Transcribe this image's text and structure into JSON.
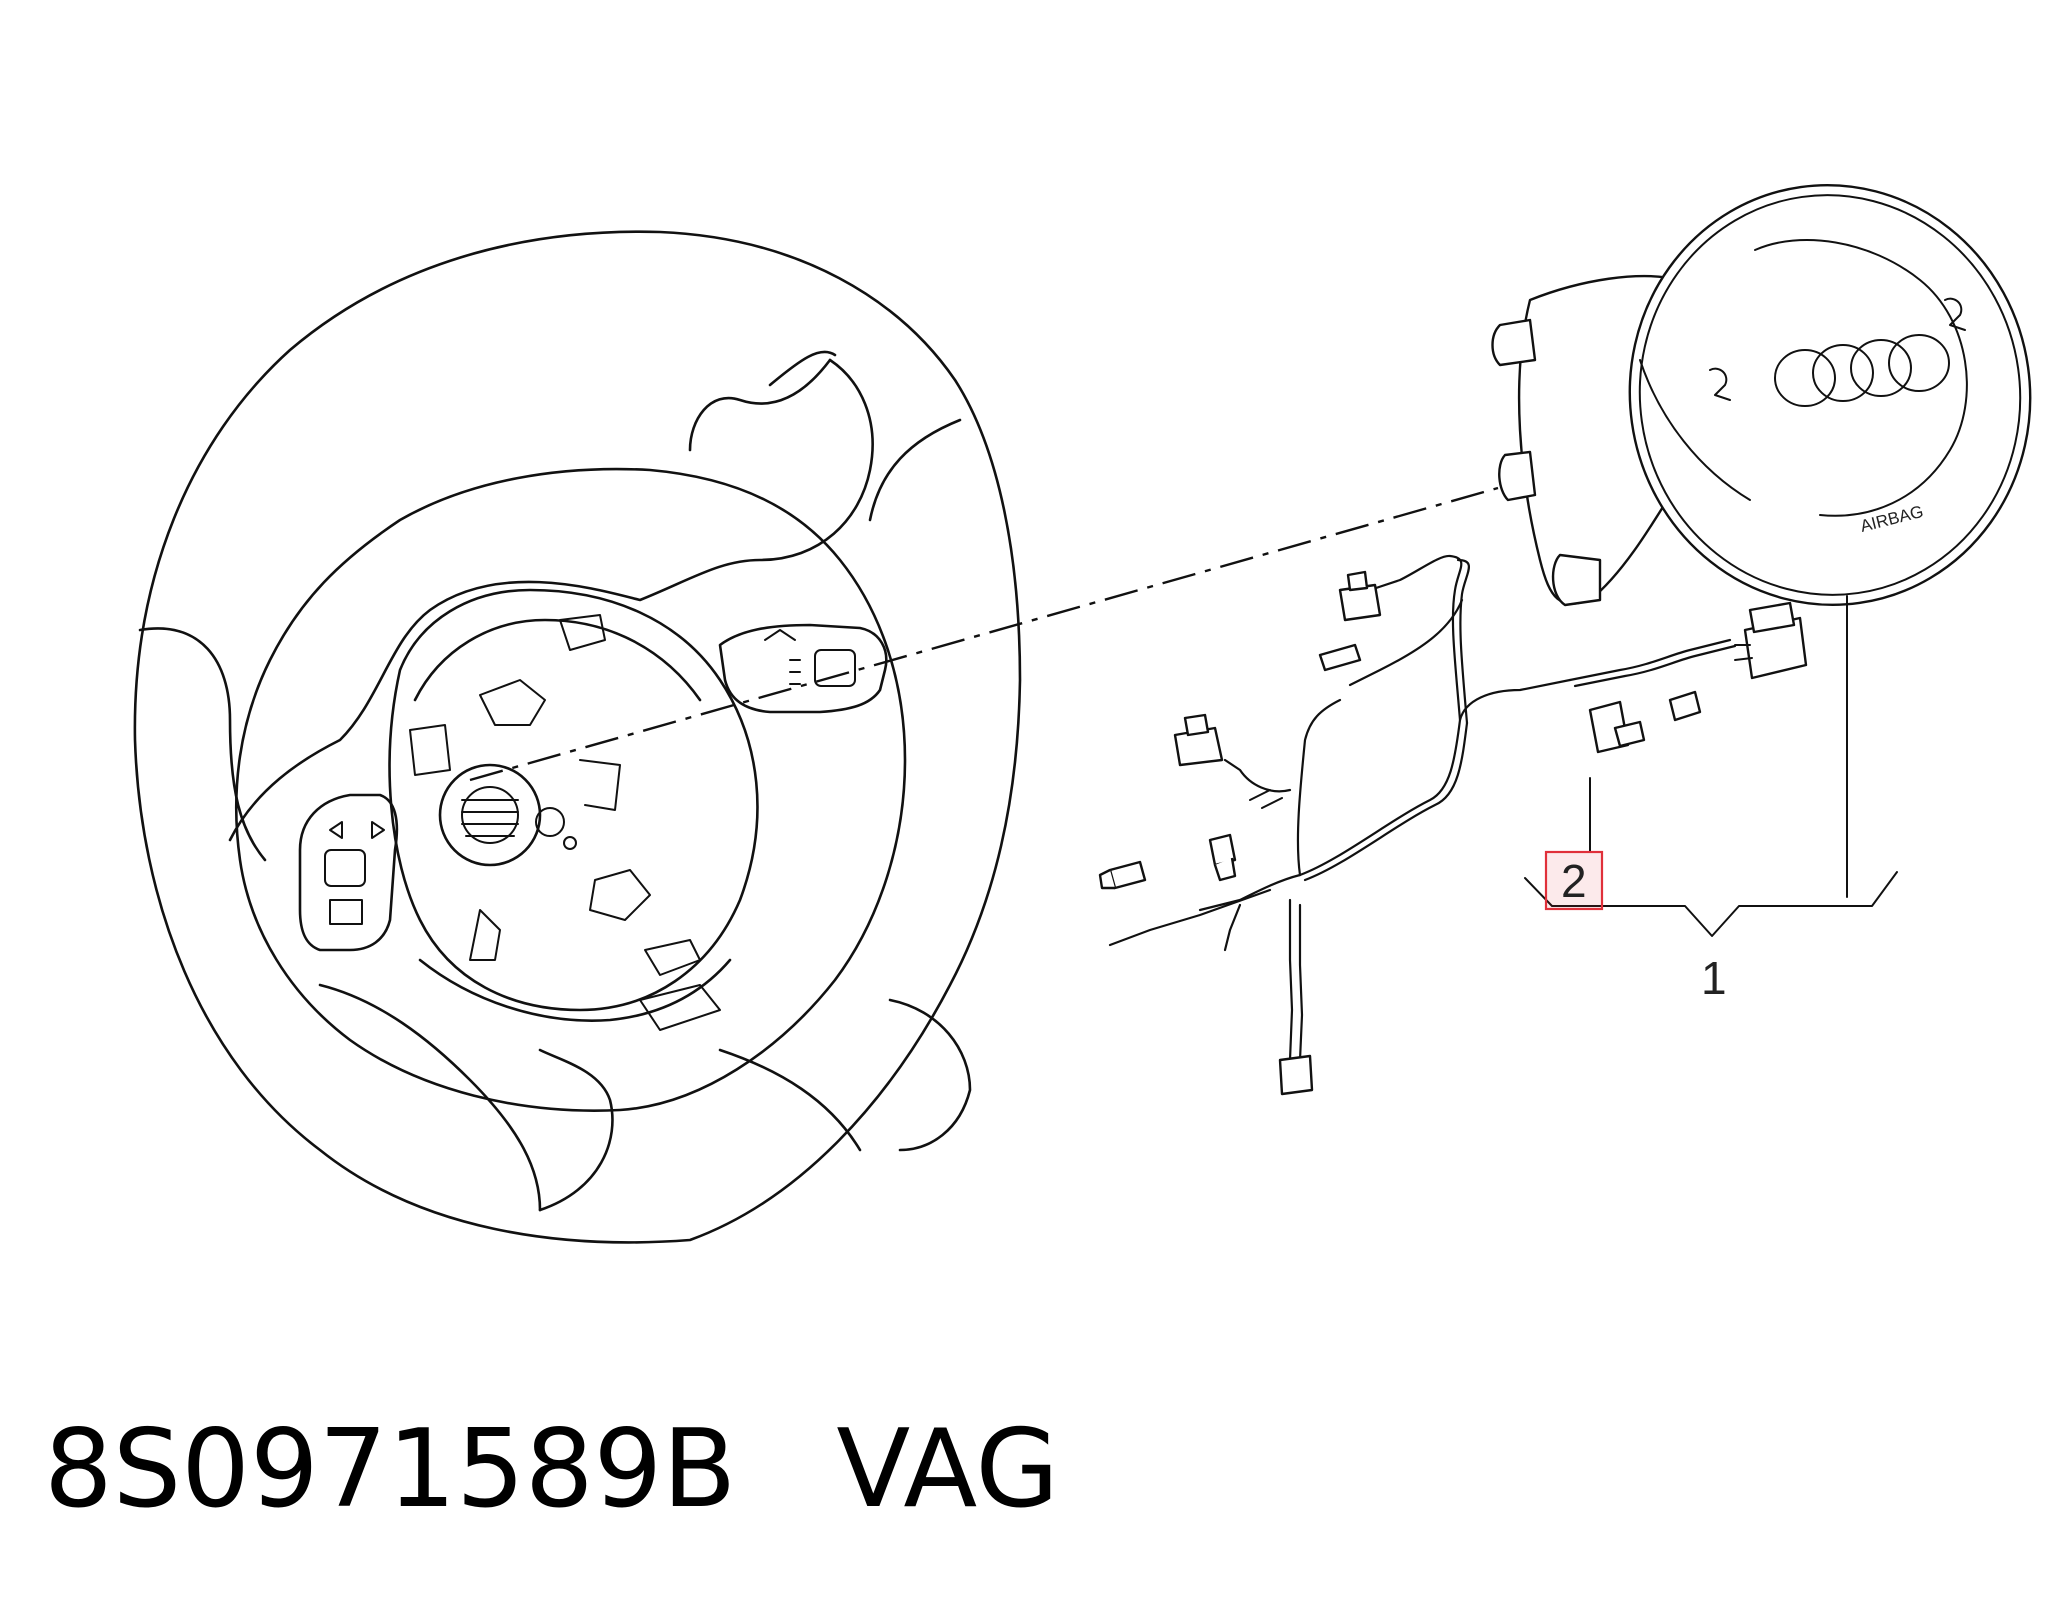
{
  "diagram": {
    "callouts": [
      {
        "id": "1",
        "label": "1"
      },
      {
        "id": "2",
        "label": "2",
        "highlighted": true
      }
    ],
    "airbag_text": "AIRBAG",
    "highlight_color": "#e0303a",
    "line_color": "#111111"
  },
  "footer": {
    "part_number": "8S0971589B",
    "brand": "VAG"
  }
}
